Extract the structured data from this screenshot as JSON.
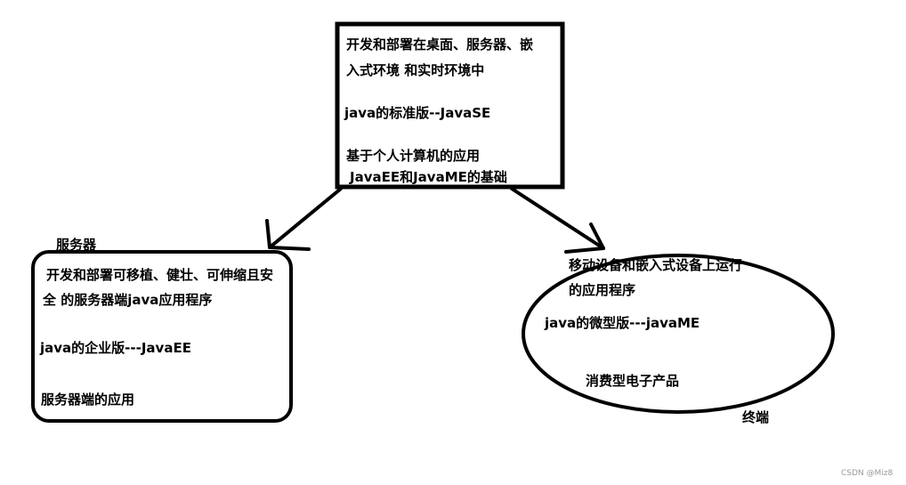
{
  "top": {
    "line1": "开发和部署在桌面、服务器、嵌",
    "line2": "入式环境 和实时环境中",
    "edition": "java的标准版--JavaSE",
    "line3": "基于个人计算机的应用",
    "line4": "JavaEE和JavaME的基础"
  },
  "server": {
    "title": "服务器",
    "line1": "开发和部署可移植、健壮、可伸缩且安",
    "line2": "全 的服务器端java应用程序",
    "edition": "java的企业版---JavaEE",
    "usage": "服务器端的应用"
  },
  "terminal": {
    "title": "终端",
    "line1": "移动设备和嵌入式设备上运行",
    "line2": "的应用程序",
    "edition": "java的微型版---javaME",
    "usage": "消费型电子产品"
  },
  "watermark": "CSDN @Miz8"
}
